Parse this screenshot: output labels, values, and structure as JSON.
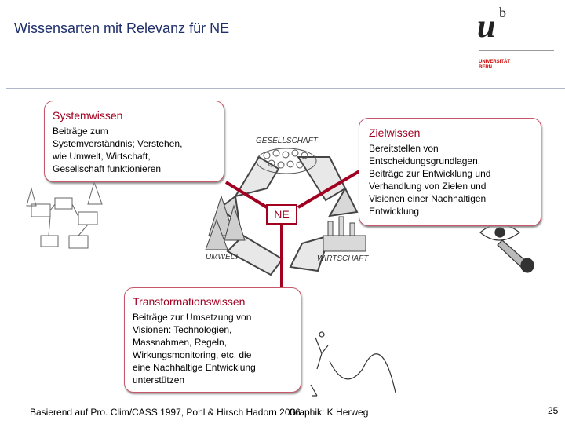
{
  "header": {
    "title": "Wissensarten mit Relevanz für NE",
    "logo_letters": "u",
    "logo_superscript": "b",
    "logo_caption": "UNIVERSITÄT\nBERN"
  },
  "boxes": {
    "system": {
      "title": "Systemwissen",
      "body": "Beiträge zum\nSystemverständnis; Verstehen,\nwie Umwelt, Wirtschaft,\nGesellschaft funktionieren"
    },
    "ziel": {
      "title": "Zielwissen",
      "body": "Bereitstellen von\nEntscheidungsgrundlagen,\nBeiträge zur Entwicklung und\nVerhandlung von Zielen und\nVisionen einer Nachhaltigen\nEntwicklung"
    },
    "trans": {
      "title": "Transformationswissen",
      "body": "Beiträge zur Umsetzung von\nVisionen: Technologien,\nMassnahmen, Regeln,\nWirkungsmonitoring, etc. die\neine Nachhaltige Entwicklung\nunterstützen"
    }
  },
  "center": {
    "label": "NE",
    "gesellschaft": "GESELLSCHAFT",
    "umwelt": "UMWELT",
    "wirtschaft": "WIRTSCHAFT"
  },
  "footer": {
    "source": "Basierend auf Pro. Clim/CASS 1997, Pohl & Hirsch Hadorn 2006",
    "graphik": "Graphik: K Herweg",
    "page": "25"
  },
  "colors": {
    "accent": "#a10020",
    "title": "#1f2f6b",
    "box_border": "#c8566a"
  }
}
